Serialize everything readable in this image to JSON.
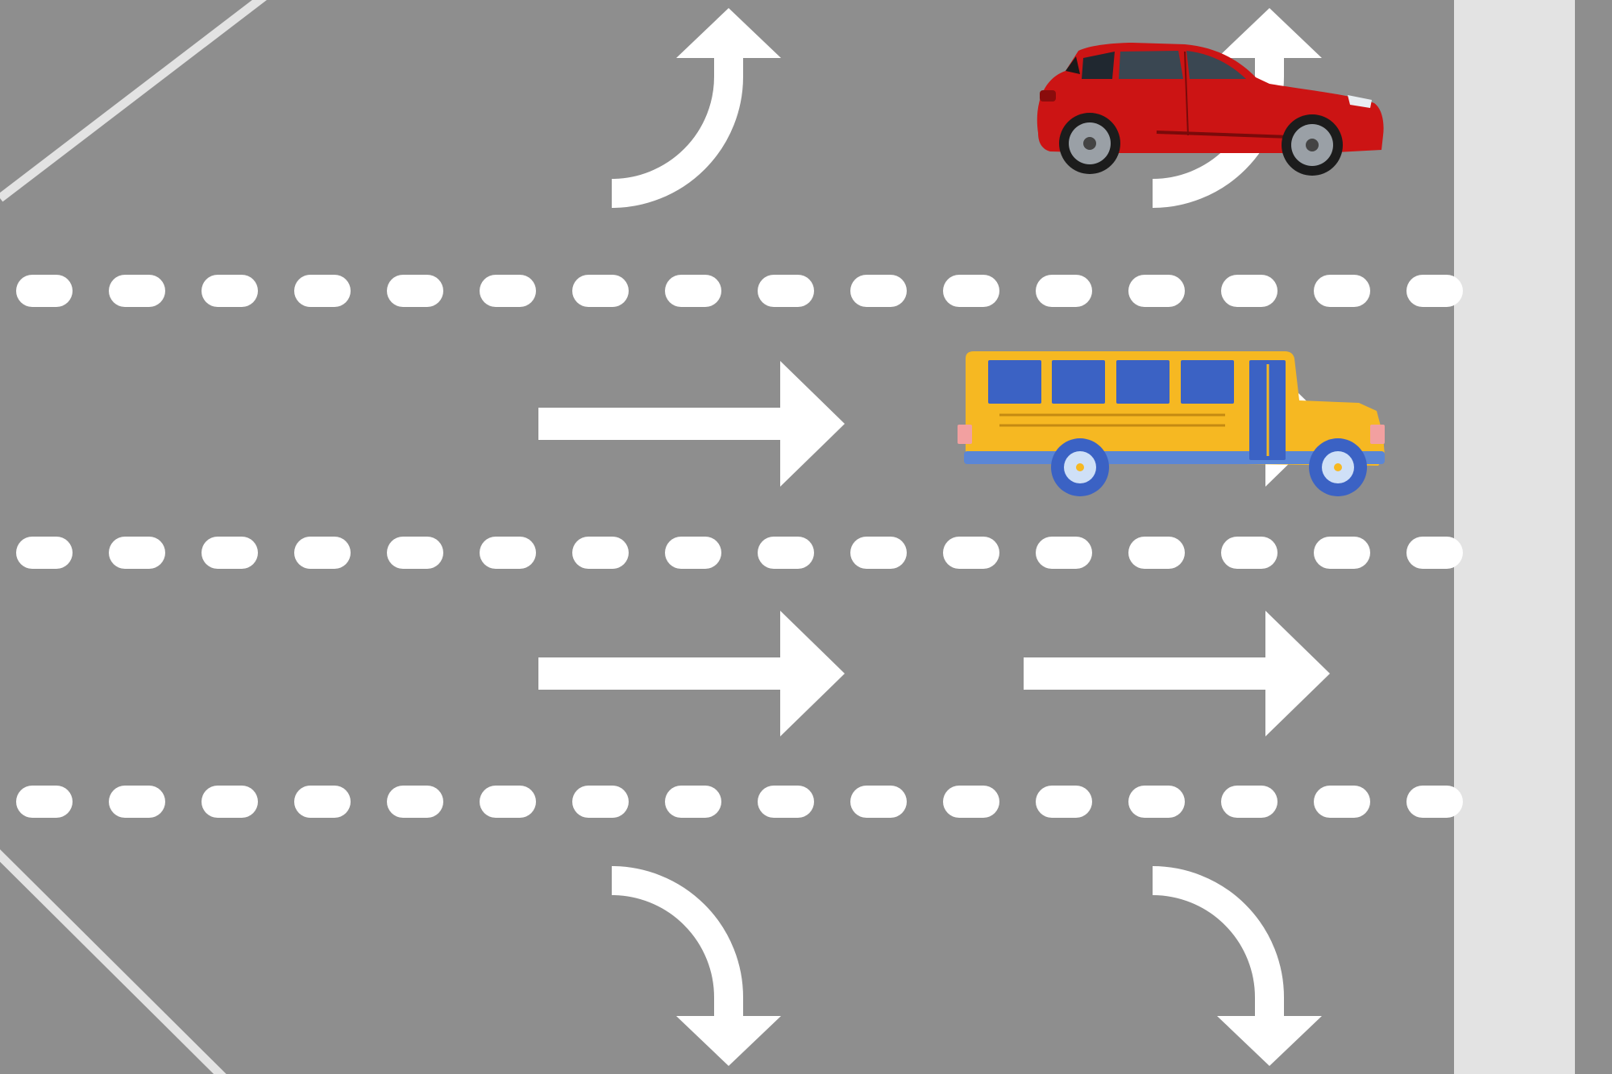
{
  "scene": {
    "lanes": [
      {
        "name": "upper-lane",
        "markings": [
          "left-turn-arrow",
          "left-turn-arrow"
        ]
      },
      {
        "name": "second-lane",
        "markings": [
          "straight-arrow",
          "straight-arrow"
        ]
      },
      {
        "name": "third-lane",
        "markings": [
          "straight-arrow",
          "straight-arrow"
        ]
      },
      {
        "name": "lower-lane",
        "markings": [
          "right-turn-arrow",
          "right-turn-arrow"
        ]
      }
    ],
    "vehicles": [
      {
        "name": "red-hatchback-car",
        "lane": "upper-lane"
      },
      {
        "name": "yellow-school-bus",
        "lane": "second-lane"
      }
    ]
  },
  "colors": {
    "road": "#8e8e8e",
    "marking": "#ffffff",
    "sidewalk": "#e3e3e3",
    "car_body": "#cc1414",
    "bus_body": "#f6b822",
    "bus_trim": "#3b62c4"
  }
}
